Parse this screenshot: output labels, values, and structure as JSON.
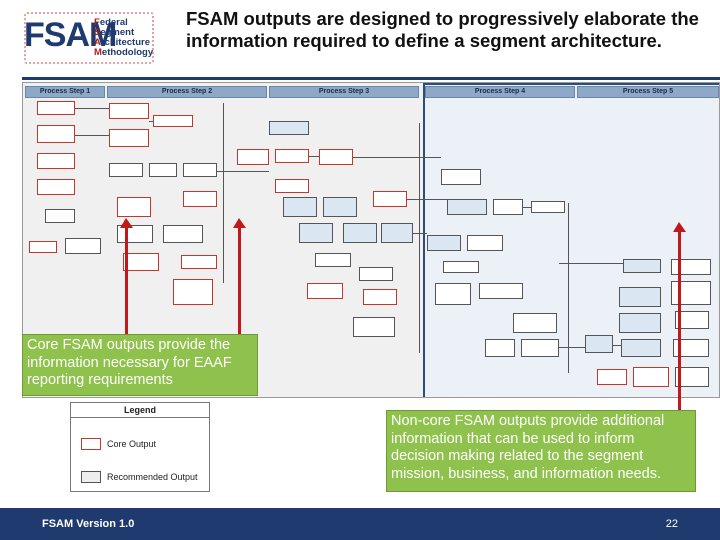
{
  "logo": {
    "mark": "FSAM",
    "lines": [
      "Federal",
      "Segment",
      "Architecture",
      "Methodology"
    ]
  },
  "title": "FSAM outputs are designed to progressively elaborate the information required to define a segment architecture.",
  "diagram": {
    "steps": [
      "Process Step 1",
      "Process Step 2",
      "Process Step 3",
      "Process Step 4",
      "Process Step 5"
    ]
  },
  "callouts": {
    "left": "Core FSAM outputs provide the information necessary for EAAF reporting requirements",
    "right": "Non-core FSAM outputs provide additional information that can be used to inform decision making related to the segment mission, business, and information needs."
  },
  "legend": {
    "title": "Legend",
    "core_label": "Core Output",
    "recommended_label": "Recommended Output"
  },
  "footer": {
    "left": "FSAM Version 1.0",
    "page": "22"
  },
  "colors": {
    "brand_navy": "#1f3a6e",
    "callout_green": "#8fc24c",
    "arrow_red": "#c0181b",
    "core_border": "#c0392b"
  }
}
